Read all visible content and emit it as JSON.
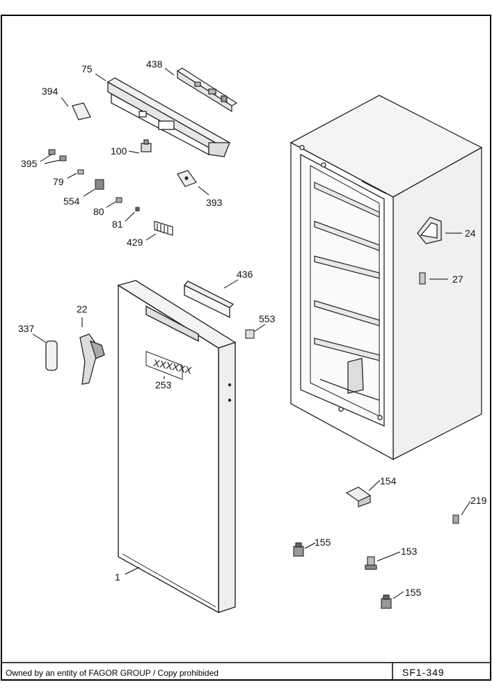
{
  "footer": {
    "ownership": "Owned by an entity of FAGOR GROUP / Copy prohibided",
    "code": "SF1-349"
  },
  "labels": {
    "p75": "75",
    "p438": "438",
    "p394": "394",
    "p100": "100",
    "p395": "395",
    "p79": "79",
    "p554": "554",
    "p80": "80",
    "p81": "81",
    "p429": "429",
    "p393": "393",
    "p24": "24",
    "p27": "27",
    "p436": "436",
    "p22": "22",
    "p337": "337",
    "p553": "553",
    "p253": "253",
    "p1": "1",
    "p154": "154",
    "p219": "219",
    "p155a": "155",
    "p153": "153",
    "p155b": "155"
  },
  "door_badge": "XXXXXX"
}
